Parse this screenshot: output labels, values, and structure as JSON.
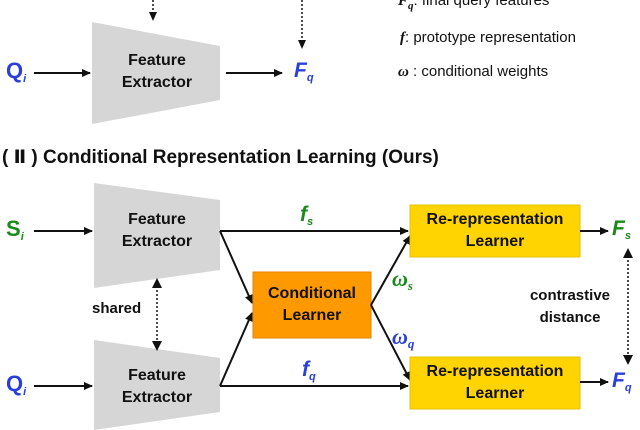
{
  "top": {
    "input": {
      "main": "Q",
      "sub": "i"
    },
    "extractor": [
      "Feature",
      "Extractor"
    ],
    "output": {
      "main": "F",
      "sub": "q"
    }
  },
  "legend": [
    {
      "symbol": "F",
      "sub": "q",
      "text": ": final query features"
    },
    {
      "symbol": "f",
      "sub": "",
      "text": ": prototype representation"
    },
    {
      "symbol": "ω",
      "sub": "",
      "text": " : conditional weights"
    }
  ],
  "section_title": "( Ⅱ ) Conditional Representation Learning (Ours)",
  "bottom": {
    "support_input": {
      "main": "S",
      "sub": "i"
    },
    "query_input": {
      "main": "Q",
      "sub": "i"
    },
    "extractor_top": [
      "Feature",
      "Extractor"
    ],
    "extractor_bottom": [
      "Feature",
      "Extractor"
    ],
    "shared_label": "shared",
    "f_s": {
      "main": "f",
      "sub": "s"
    },
    "f_q": {
      "main": "f",
      "sub": "q"
    },
    "conditional_learner": [
      "Conditional",
      "Learner"
    ],
    "omega_s": {
      "main": "ω",
      "sub": "s"
    },
    "omega_q": {
      "main": "ω",
      "sub": "q"
    },
    "rerep_top": [
      "Re-representation",
      "Learner"
    ],
    "rerep_bottom": [
      "Re-representation",
      "Learner"
    ],
    "output_s": {
      "main": "F",
      "sub": "s"
    },
    "output_q": {
      "main": "F",
      "sub": "q"
    },
    "contrastive": [
      "contrastive",
      "distance"
    ]
  },
  "colors": {
    "extractor": "#d6d6d6",
    "conditional": "#ff9900",
    "rerep": "#ffd400",
    "green": "#1a8a1a",
    "blue": "#2a3fd8"
  }
}
